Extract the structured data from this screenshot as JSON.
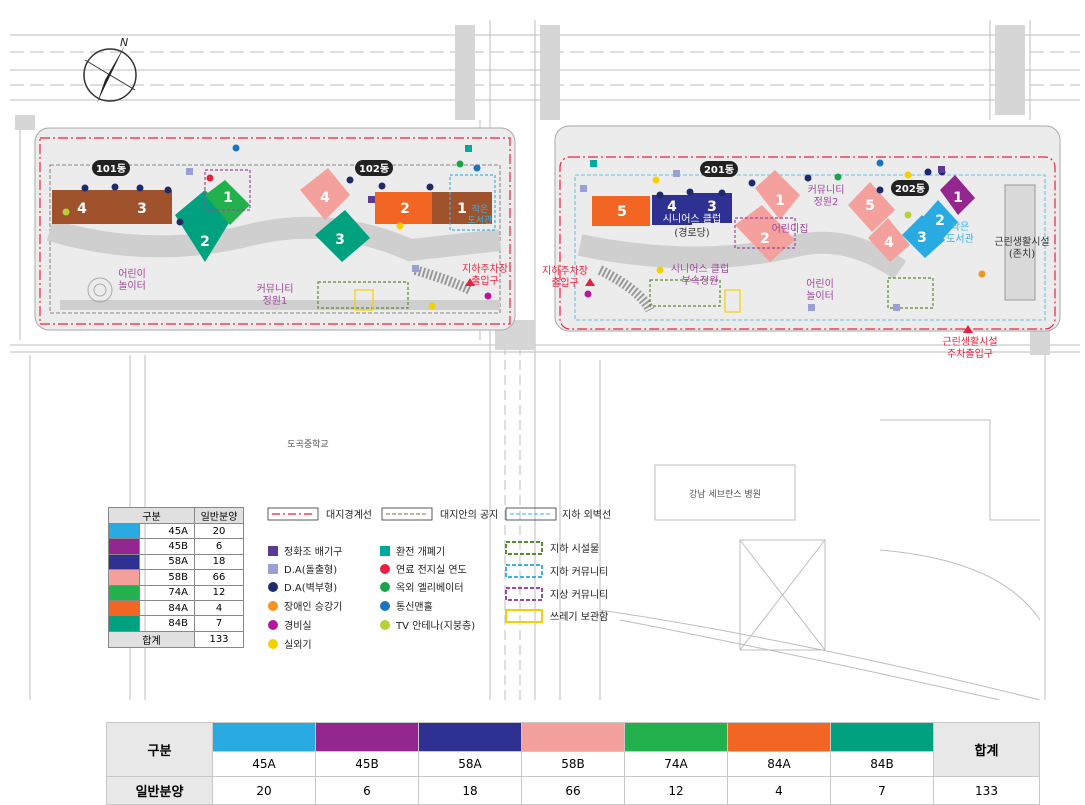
{
  "north": "N",
  "buildings": {
    "b101": {
      "label": "101동",
      "units": [
        "4",
        "3",
        "1",
        "2"
      ]
    },
    "b102": {
      "label": "102동",
      "units": [
        "4",
        "3",
        "2",
        "1"
      ]
    },
    "b201": {
      "label": "201동",
      "units": [
        "5",
        "4",
        "3",
        "1",
        "2"
      ]
    },
    "b202": {
      "label": "202동",
      "units": [
        "5",
        "1",
        "2",
        "3",
        "4"
      ]
    }
  },
  "map_labels": {
    "kids1": "어린이\n놀이터",
    "community1": "커뮤니티\n정원1",
    "parking1": "지하주차장\n출입구",
    "parking2": "지하주차장\n출입구",
    "senior_club": "시니어스 클럽\n(경로당)",
    "senior_garden": "시니어스 클럽\n부속정원",
    "kids_house": "어린이집",
    "community2": "커뮤니티\n정원2",
    "kids2": "어린이\n놀이터",
    "library": "작은\n도서관",
    "retail": "근린생활시설\n(존치)",
    "retail_parking": "근린생활시설\n주차출입구",
    "school": "도곡중학교",
    "hospital": "강남 세브란스 병원",
    "small1": "작은\n도서관"
  },
  "legend_table": {
    "header": [
      "구분",
      "일반분양"
    ],
    "rows": [
      {
        "name": "45A",
        "value": "20",
        "color": "#29abe2"
      },
      {
        "name": "45B",
        "value": "6",
        "color": "#93278f"
      },
      {
        "name": "58A",
        "value": "18",
        "color": "#2e3192"
      },
      {
        "name": "58B",
        "value": "66",
        "color": "#f4a09c"
      },
      {
        "name": "74A",
        "value": "12",
        "color": "#22b14c"
      },
      {
        "name": "84A",
        "value": "4",
        "color": "#f26522"
      },
      {
        "name": "84B",
        "value": "7",
        "color": "#00a17e"
      }
    ],
    "total_label": "합계",
    "total_value": "133"
  },
  "line_legend": {
    "boundary": "대지경계선",
    "public": "대지안의 공지",
    "underground_wall": "지하 외벽선"
  },
  "symbol_legend": [
    {
      "label": "정화조 배기구",
      "color": "#5b3a96",
      "shape": "square"
    },
    {
      "label": "D.A(돌출형)",
      "color": "#9aa0d4",
      "shape": "square"
    },
    {
      "label": "D.A(벽부형)",
      "color": "#1f2a6b",
      "shape": "circle"
    },
    {
      "label": "장애인 승강기",
      "color": "#f7941d",
      "shape": "circle"
    },
    {
      "label": "경비실",
      "color": "#b5179e",
      "shape": "circle"
    },
    {
      "label": "실외기",
      "color": "#f5d000",
      "shape": "circle"
    }
  ],
  "symbol_legend2": [
    {
      "label": "환전 개폐기",
      "color": "#00a99d",
      "shape": "square"
    },
    {
      "label": "연료 전지실 연도",
      "color": "#e8213f",
      "shape": "circle"
    },
    {
      "label": "옥외 엘리베이터",
      "color": "#1aa34a",
      "shape": "circle"
    },
    {
      "label": "통신맨홀",
      "color": "#1b75bc",
      "shape": "circle"
    },
    {
      "label": "TV 안테나(지붕층)",
      "color": "#b5d334",
      "shape": "circle"
    }
  ],
  "box_legend": [
    {
      "label": "지하 시설물",
      "color": "#5a8a2a"
    },
    {
      "label": "지하 커뮤니티",
      "color": "#3bb3e0"
    },
    {
      "label": "지상 커뮤니티",
      "color": "#a0479c"
    },
    {
      "label": "쓰레기 보관함",
      "color": "#f5d000"
    }
  ],
  "bottom_table": {
    "row_header": "구분",
    "value_header": "일반분양",
    "total_header": "합계",
    "total_value": "133",
    "columns": [
      {
        "name": "45A",
        "value": "20",
        "color": "#29abe2"
      },
      {
        "name": "45B",
        "value": "6",
        "color": "#93278f"
      },
      {
        "name": "58A",
        "value": "18",
        "color": "#2e3192"
      },
      {
        "name": "58B",
        "value": "66",
        "color": "#f4a09c"
      },
      {
        "name": "74A",
        "value": "12",
        "color": "#22b14c"
      },
      {
        "name": "84A",
        "value": "4",
        "color": "#f26522"
      },
      {
        "name": "84B",
        "value": "7",
        "color": "#00a17e"
      }
    ]
  }
}
